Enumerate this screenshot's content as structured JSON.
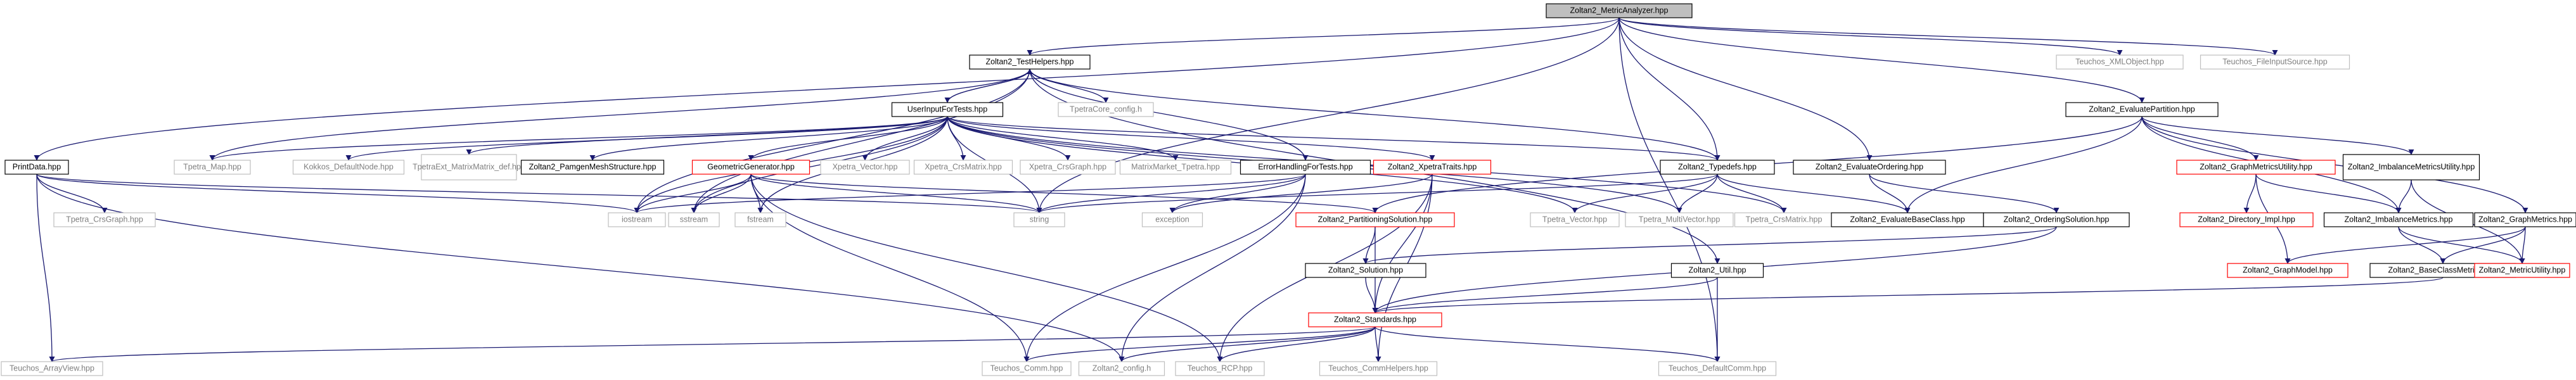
{
  "colors": {
    "edge": "#191970",
    "root_fill": "#bfbfbf",
    "documented_border": "#000000",
    "external_border": "#bfbfbf",
    "incomplete_border": "#ff0000",
    "label_documented": "#000000",
    "label_external": "#7f7f7f"
  },
  "nodes": [
    {
      "id": "metric_analyzer",
      "label": "Zoltan2_MetricAnalyzer.hpp",
      "kind": "root"
    },
    {
      "id": "test_helpers",
      "label": "Zoltan2_TestHelpers.hpp",
      "kind": "documented"
    },
    {
      "id": "xml_object",
      "label": "Teuchos_XMLObject.hpp",
      "kind": "external"
    },
    {
      "id": "file_input_source",
      "label": "Teuchos_FileInputSource.hpp",
      "kind": "external"
    },
    {
      "id": "user_input_for_tests",
      "label": "UserInputForTests.hpp",
      "kind": "documented"
    },
    {
      "id": "tpetra_core_config",
      "label": "TpetraCore_config.h",
      "kind": "external"
    },
    {
      "id": "evaluate_partition",
      "label": "Zoltan2_EvaluatePartition.hpp",
      "kind": "documented"
    },
    {
      "id": "print_data",
      "label": "PrintData.hpp",
      "kind": "documented"
    },
    {
      "id": "tpetra_map",
      "label": "Tpetra_Map.hpp",
      "kind": "external"
    },
    {
      "id": "kokkos_default_node",
      "label": "Kokkos_DefaultNode.hpp",
      "kind": "external"
    },
    {
      "id": "tpetra_ext_matrix_matrix",
      "label": "TpetraExt_MatrixMatrix_def.hpp",
      "kind": "external"
    },
    {
      "id": "pamgen_mesh_structure",
      "label": "Zoltan2_PamgenMeshStructure.hpp",
      "kind": "documented"
    },
    {
      "id": "geometric_generator",
      "label": "GeometricGenerator.hpp",
      "kind": "incomplete"
    },
    {
      "id": "xpetra_vector",
      "label": "Xpetra_Vector.hpp",
      "kind": "external"
    },
    {
      "id": "xpetra_crs_matrix",
      "label": "Xpetra_CrsMatrix.hpp",
      "kind": "external"
    },
    {
      "id": "xpetra_crs_graph",
      "label": "Xpetra_CrsGraph.hpp",
      "kind": "external"
    },
    {
      "id": "matrix_market_tpetra",
      "label": "MatrixMarket_Tpetra.hpp",
      "kind": "external"
    },
    {
      "id": "error_handling_for_tests",
      "label": "ErrorHandlingForTests.hpp",
      "kind": "documented"
    },
    {
      "id": "xpetra_traits",
      "label": "Zoltan2_XpetraTraits.hpp",
      "kind": "incomplete"
    },
    {
      "id": "typedefs",
      "label": "Zoltan2_Typedefs.hpp",
      "kind": "documented"
    },
    {
      "id": "evaluate_ordering",
      "label": "Zoltan2_EvaluateOrdering.hpp",
      "kind": "documented"
    },
    {
      "id": "graph_metrics_utility",
      "label": "Zoltan2_GraphMetricsUtility.hpp",
      "kind": "incomplete"
    },
    {
      "id": "imbalance_metrics_utility",
      "label": "Zoltan2_ImbalanceMetricsUtility.hpp",
      "kind": "documented"
    },
    {
      "id": "tpetra_crs_graph",
      "label": "Tpetra_CrsGraph.hpp",
      "kind": "external"
    },
    {
      "id": "iostream",
      "label": "iostream",
      "kind": "external"
    },
    {
      "id": "sstream",
      "label": "sstream",
      "kind": "external"
    },
    {
      "id": "fstream",
      "label": "fstream",
      "kind": "external"
    },
    {
      "id": "string",
      "label": "string",
      "kind": "external"
    },
    {
      "id": "exception",
      "label": "exception",
      "kind": "external"
    },
    {
      "id": "partitioning_solution",
      "label": "Zoltan2_PartitioningSolution.hpp",
      "kind": "incomplete"
    },
    {
      "id": "tpetra_vector",
      "label": "Tpetra_Vector.hpp",
      "kind": "external"
    },
    {
      "id": "tpetra_multi_vector",
      "label": "Tpetra_MultiVector.hpp",
      "kind": "external"
    },
    {
      "id": "tpetra_crs_matrix",
      "label": "Tpetra_CrsMatrix.hpp",
      "kind": "external"
    },
    {
      "id": "evaluate_base_class",
      "label": "Zoltan2_EvaluateBaseClass.hpp",
      "kind": "documented"
    },
    {
      "id": "ordering_solution",
      "label": "Zoltan2_OrderingSolution.hpp",
      "kind": "documented"
    },
    {
      "id": "directory_impl",
      "label": "Zoltan2_Directory_Impl.hpp",
      "kind": "incomplete"
    },
    {
      "id": "imbalance_metrics",
      "label": "Zoltan2_ImbalanceMetrics.hpp",
      "kind": "documented"
    },
    {
      "id": "graph_metrics",
      "label": "Zoltan2_GraphMetrics.hpp",
      "kind": "documented"
    },
    {
      "id": "solution",
      "label": "Zoltan2_Solution.hpp",
      "kind": "documented"
    },
    {
      "id": "util",
      "label": "Zoltan2_Util.hpp",
      "kind": "documented"
    },
    {
      "id": "graph_model",
      "label": "Zoltan2_GraphModel.hpp",
      "kind": "incomplete"
    },
    {
      "id": "base_class_metrics",
      "label": "Zoltan2_BaseClassMetrics.hpp",
      "kind": "documented"
    },
    {
      "id": "metric_utility",
      "label": "Zoltan2_MetricUtility.hpp",
      "kind": "incomplete"
    },
    {
      "id": "standards",
      "label": "Zoltan2_Standards.hpp",
      "kind": "incomplete"
    },
    {
      "id": "array_view",
      "label": "Teuchos_ArrayView.hpp",
      "kind": "external"
    },
    {
      "id": "comm",
      "label": "Teuchos_Comm.hpp",
      "kind": "external"
    },
    {
      "id": "zoltan2_config",
      "label": "Zoltan2_config.h",
      "kind": "external"
    },
    {
      "id": "rcp",
      "label": "Teuchos_RCP.hpp",
      "kind": "external"
    },
    {
      "id": "comm_helpers",
      "label": "Teuchos_CommHelpers.hpp",
      "kind": "external"
    },
    {
      "id": "default_comm",
      "label": "Teuchos_DefaultComm.hpp",
      "kind": "external"
    }
  ],
  "edges": [
    [
      "metric_analyzer",
      "test_helpers"
    ],
    [
      "metric_analyzer",
      "xml_object"
    ],
    [
      "metric_analyzer",
      "file_input_source"
    ],
    [
      "metric_analyzer",
      "evaluate_partition"
    ],
    [
      "metric_analyzer",
      "evaluate_ordering"
    ],
    [
      "metric_analyzer",
      "typedefs"
    ],
    [
      "metric_analyzer",
      "string"
    ],
    [
      "metric_analyzer",
      "print_data"
    ],
    [
      "metric_analyzer",
      "default_comm"
    ],
    [
      "test_helpers",
      "user_input_for_tests"
    ],
    [
      "test_helpers",
      "tpetra_core_config"
    ],
    [
      "test_helpers",
      "error_handling_for_tests"
    ],
    [
      "test_helpers",
      "typedefs"
    ],
    [
      "test_helpers",
      "tpetra_map"
    ],
    [
      "test_helpers",
      "iostream"
    ],
    [
      "test_helpers",
      "sstream"
    ],
    [
      "test_helpers",
      "util"
    ],
    [
      "user_input_for_tests",
      "test_helpers"
    ],
    [
      "user_input_for_tests",
      "tpetra_map"
    ],
    [
      "user_input_for_tests",
      "kokkos_default_node"
    ],
    [
      "user_input_for_tests",
      "tpetra_ext_matrix_matrix"
    ],
    [
      "user_input_for_tests",
      "pamgen_mesh_structure"
    ],
    [
      "user_input_for_tests",
      "geometric_generator"
    ],
    [
      "user_input_for_tests",
      "xpetra_vector"
    ],
    [
      "user_input_for_tests",
      "xpetra_crs_matrix"
    ],
    [
      "user_input_for_tests",
      "xpetra_crs_graph"
    ],
    [
      "user_input_for_tests",
      "matrix_market_tpetra"
    ],
    [
      "user_input_for_tests",
      "xpetra_traits"
    ],
    [
      "user_input_for_tests",
      "typedefs"
    ],
    [
      "user_input_for_tests",
      "string"
    ],
    [
      "user_input_for_tests",
      "iostream"
    ],
    [
      "user_input_for_tests",
      "tpetra_vector"
    ],
    [
      "user_input_for_tests",
      "tpetra_multi_vector"
    ],
    [
      "user_input_for_tests",
      "tpetra_crs_matrix"
    ],
    [
      "user_input_for_tests",
      "fstream"
    ],
    [
      "user_input_for_tests",
      "sstream"
    ],
    [
      "geometric_generator",
      "iostream"
    ],
    [
      "geometric_generator",
      "sstream"
    ],
    [
      "geometric_generator",
      "fstream"
    ],
    [
      "geometric_generator",
      "string"
    ],
    [
      "geometric_generator",
      "rcp"
    ],
    [
      "geometric_generator",
      "comm"
    ],
    [
      "geometric_generator",
      "partitioning_solution"
    ],
    [
      "error_handling_for_tests",
      "string"
    ],
    [
      "error_handling_for_tests",
      "iostream"
    ],
    [
      "error_handling_for_tests",
      "exception"
    ],
    [
      "error_handling_for_tests",
      "comm"
    ],
    [
      "error_handling_for_tests",
      "zoltan2_config"
    ],
    [
      "xpetra_traits",
      "standards"
    ],
    [
      "xpetra_traits",
      "exception"
    ],
    [
      "xpetra_traits",
      "rcp"
    ],
    [
      "xpetra_traits",
      "comm_helpers"
    ],
    [
      "typedefs",
      "tpetra_vector"
    ],
    [
      "typedefs",
      "tpetra_multi_vector"
    ],
    [
      "typedefs",
      "tpetra_crs_matrix"
    ],
    [
      "typedefs",
      "evaluate_base_class"
    ],
    [
      "typedefs",
      "string"
    ],
    [
      "evaluate_partition",
      "graph_metrics_utility"
    ],
    [
      "evaluate_partition",
      "imbalance_metrics_utility"
    ],
    [
      "evaluate_partition",
      "imbalance_metrics"
    ],
    [
      "evaluate_partition",
      "graph_metrics"
    ],
    [
      "evaluate_partition",
      "evaluate_base_class"
    ],
    [
      "evaluate_partition",
      "partitioning_solution"
    ],
    [
      "evaluate_ordering",
      "evaluate_base_class"
    ],
    [
      "evaluate_ordering",
      "ordering_solution"
    ],
    [
      "ordering_solution",
      "solution"
    ],
    [
      "ordering_solution",
      "standards"
    ],
    [
      "partitioning_solution",
      "solution"
    ],
    [
      "partitioning_solution",
      "standards"
    ],
    [
      "solution",
      "standards"
    ],
    [
      "util",
      "standards"
    ],
    [
      "util",
      "default_comm"
    ],
    [
      "graph_metrics_utility",
      "directory_impl"
    ],
    [
      "graph_metrics_utility",
      "imbalance_metrics"
    ],
    [
      "graph_metrics_utility",
      "graph_model"
    ],
    [
      "imbalance_metrics_utility",
      "imbalance_metrics"
    ],
    [
      "imbalance_metrics_utility",
      "metric_utility"
    ],
    [
      "imbalance_metrics",
      "base_class_metrics"
    ],
    [
      "imbalance_metrics",
      "metric_utility"
    ],
    [
      "graph_metrics",
      "graph_model"
    ],
    [
      "graph_metrics",
      "base_class_metrics"
    ],
    [
      "graph_metrics",
      "metric_utility"
    ],
    [
      "base_class_metrics",
      "standards"
    ],
    [
      "print_data",
      "tpetra_crs_graph"
    ],
    [
      "print_data",
      "array_view"
    ],
    [
      "print_data",
      "zoltan2_config"
    ],
    [
      "print_data",
      "string"
    ],
    [
      "print_data",
      "iostream"
    ],
    [
      "standards",
      "array_view"
    ],
    [
      "standards",
      "comm"
    ],
    [
      "standards",
      "zoltan2_config"
    ],
    [
      "standards",
      "rcp"
    ],
    [
      "standards",
      "comm_helpers"
    ],
    [
      "standards",
      "default_comm"
    ]
  ]
}
